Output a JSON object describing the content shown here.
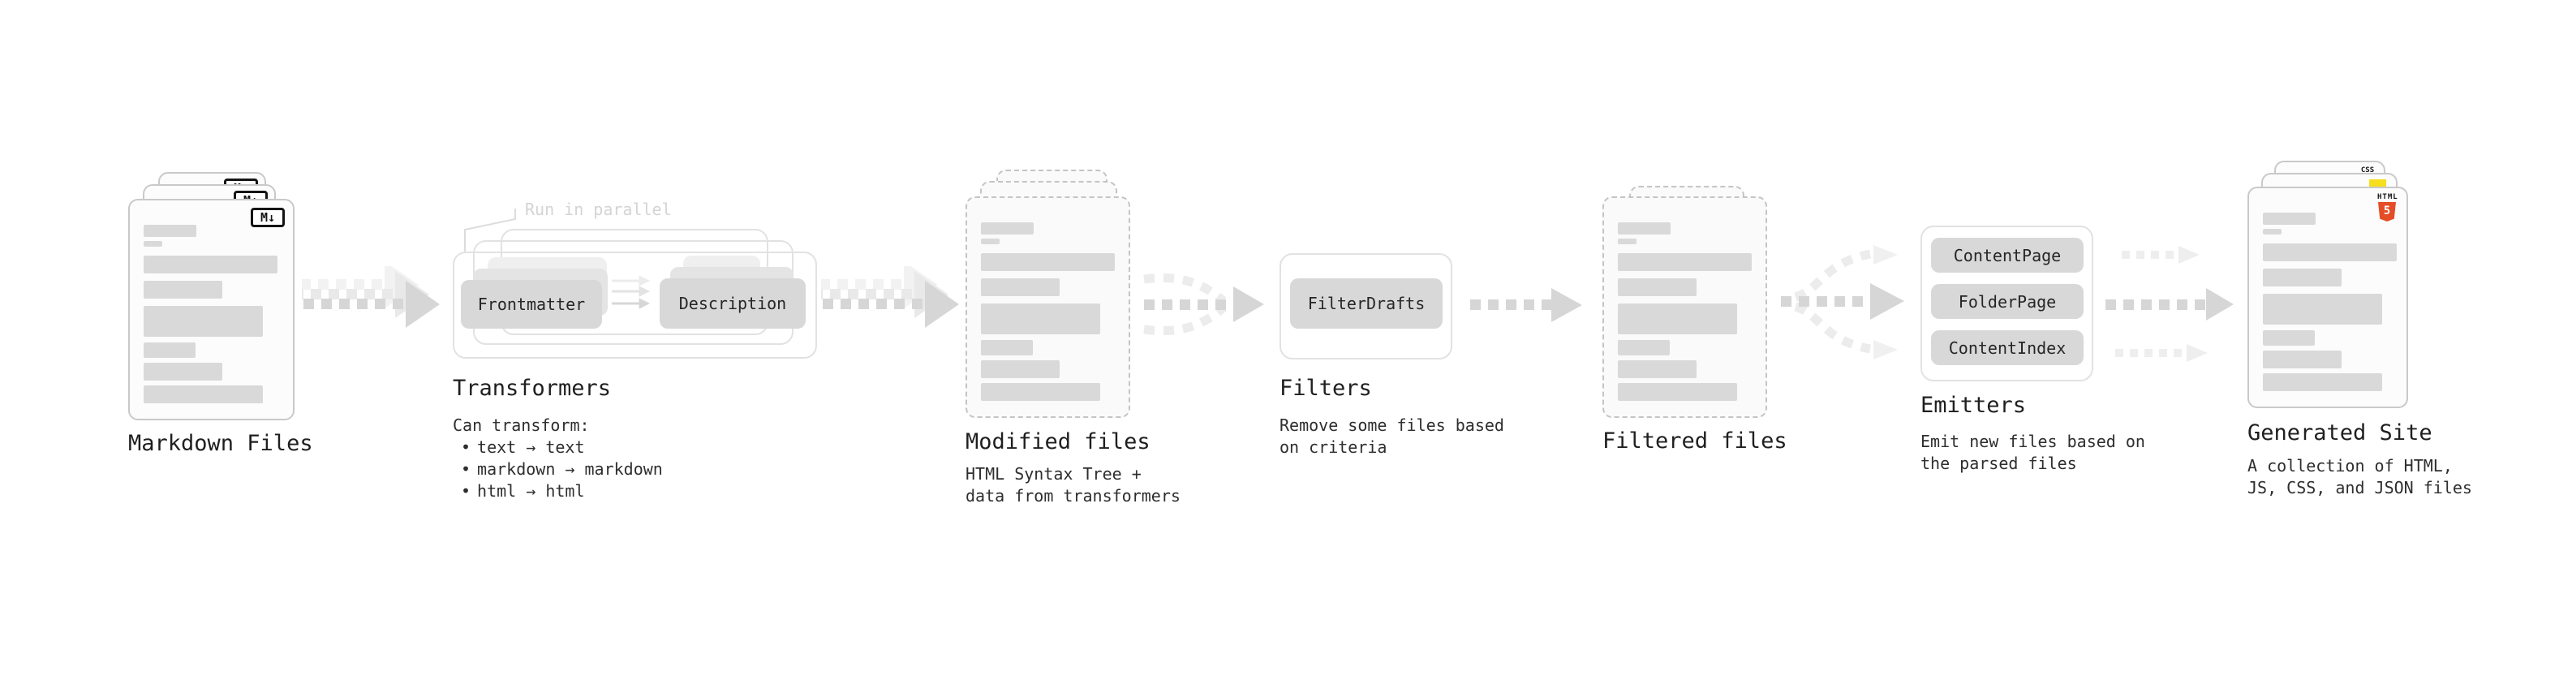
{
  "stages": {
    "markdown": {
      "label": "Markdown Files",
      "badge": "M↓"
    },
    "transformers": {
      "title": "Transformers",
      "note": "Run in parallel",
      "pills": [
        "Frontmatter",
        "Description"
      ],
      "desc_heading": "Can transform:",
      "bullet_char": "•",
      "bullets": [
        "text → text",
        "markdown → markdown",
        "html → html"
      ]
    },
    "modified": {
      "label": "Modified files",
      "desc": [
        "HTML Syntax Tree +",
        "data from transformers"
      ]
    },
    "filters": {
      "title": "Filters",
      "pills": [
        "FilterDrafts"
      ],
      "desc": [
        "Remove some files based",
        "on criteria"
      ]
    },
    "filtered": {
      "label": "Filtered files"
    },
    "emitters": {
      "title": "Emitters",
      "pills": [
        "ContentPage",
        "FolderPage",
        "ContentIndex"
      ],
      "desc": [
        "Emit new files based on",
        "the parsed files"
      ]
    },
    "generated": {
      "label": "Generated Site",
      "desc": [
        "A collection of HTML,",
        "JS, CSS, and JSON files"
      ],
      "badges": {
        "html5_text": "HTML",
        "html5_number": "5",
        "css_text": "CSS"
      }
    }
  },
  "colors": {
    "html5_orange": "#e44d26",
    "js_yellow": "#f7de1e",
    "css_blue": "#2a6df4",
    "skeleton_gray": "#d9d9d9",
    "pill_gray": "#d8d8d8",
    "arrow_gray": "#d6d6d6",
    "arrow_ghost": "#ededed",
    "note_gray": "#d4d4d4",
    "text_dark": "#2b2b2b"
  }
}
